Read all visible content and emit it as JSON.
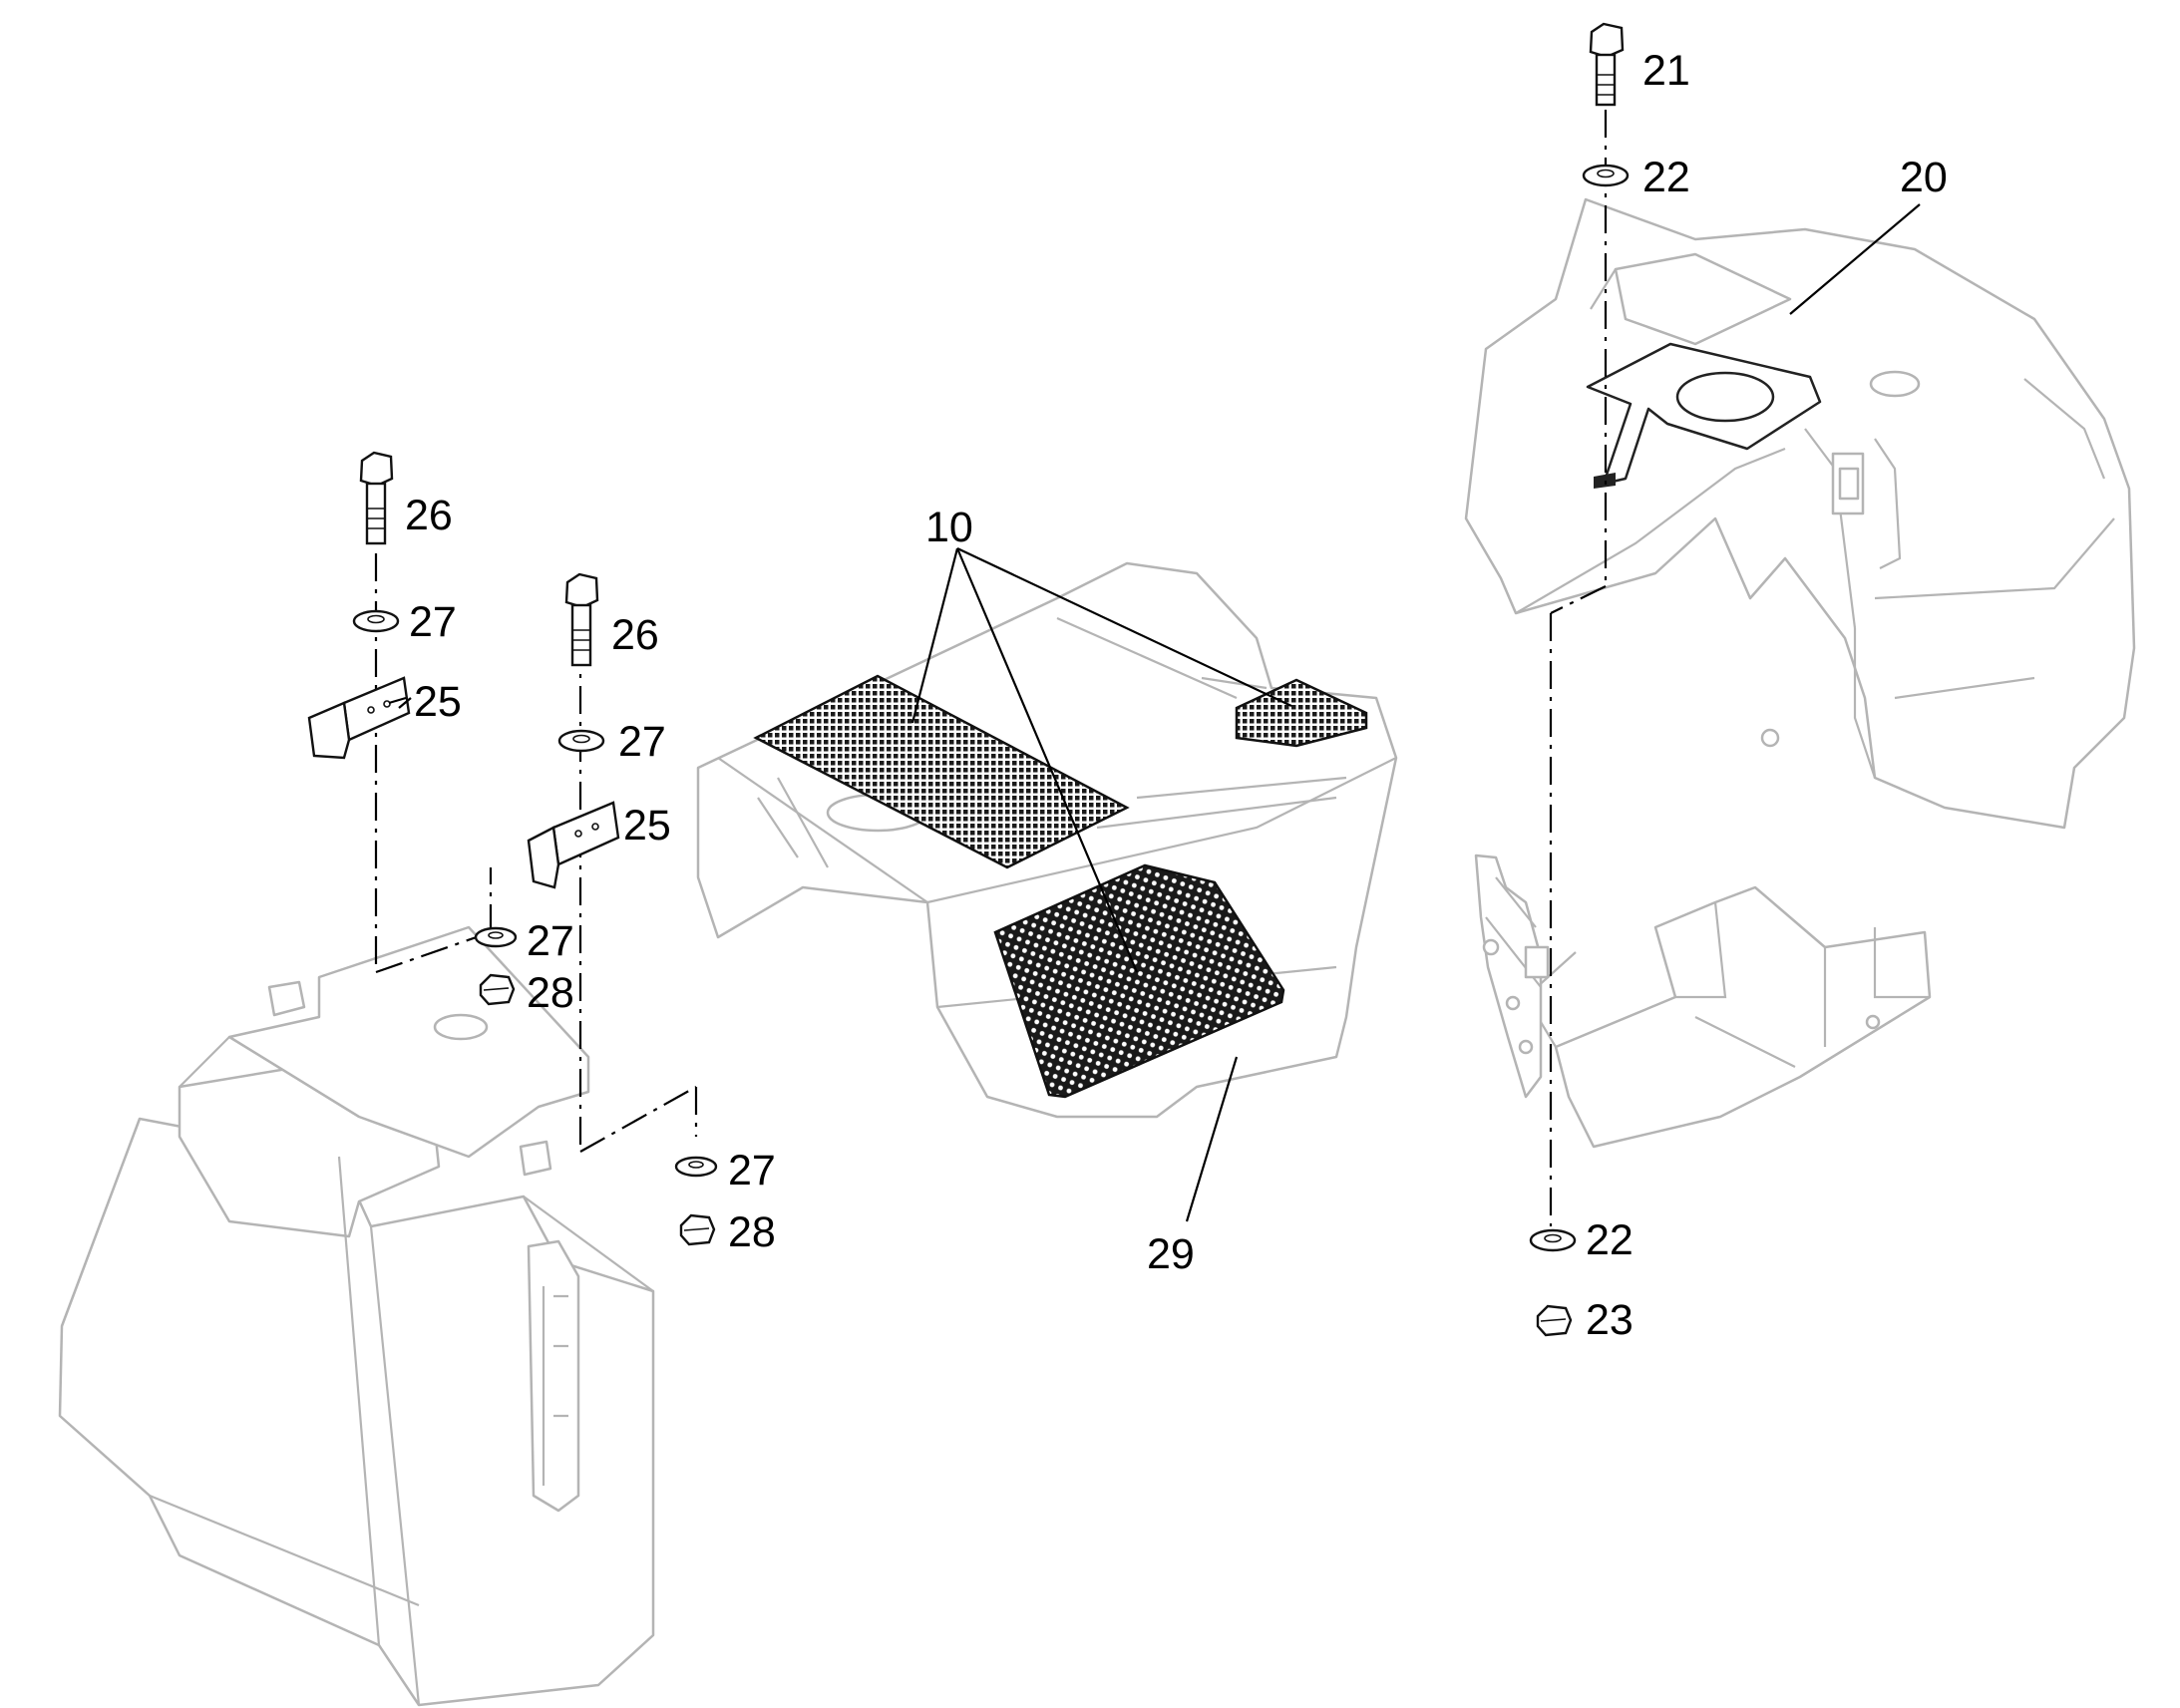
{
  "callouts": {
    "c10": "10",
    "c20": "20",
    "c21": "21",
    "c22a": "22",
    "c22b": "22",
    "c23": "23",
    "c25a": "25",
    "c25b": "25",
    "c26a": "26",
    "c26b": "26",
    "c27a": "27",
    "c27b": "27",
    "c27c": "27",
    "c27d": "27",
    "c28a": "28",
    "c28b": "28",
    "c29": "29"
  },
  "colors": {
    "line": "#000000",
    "ghost_line": "#b4b4b4",
    "mesh_fill": "#1a1a1a"
  }
}
